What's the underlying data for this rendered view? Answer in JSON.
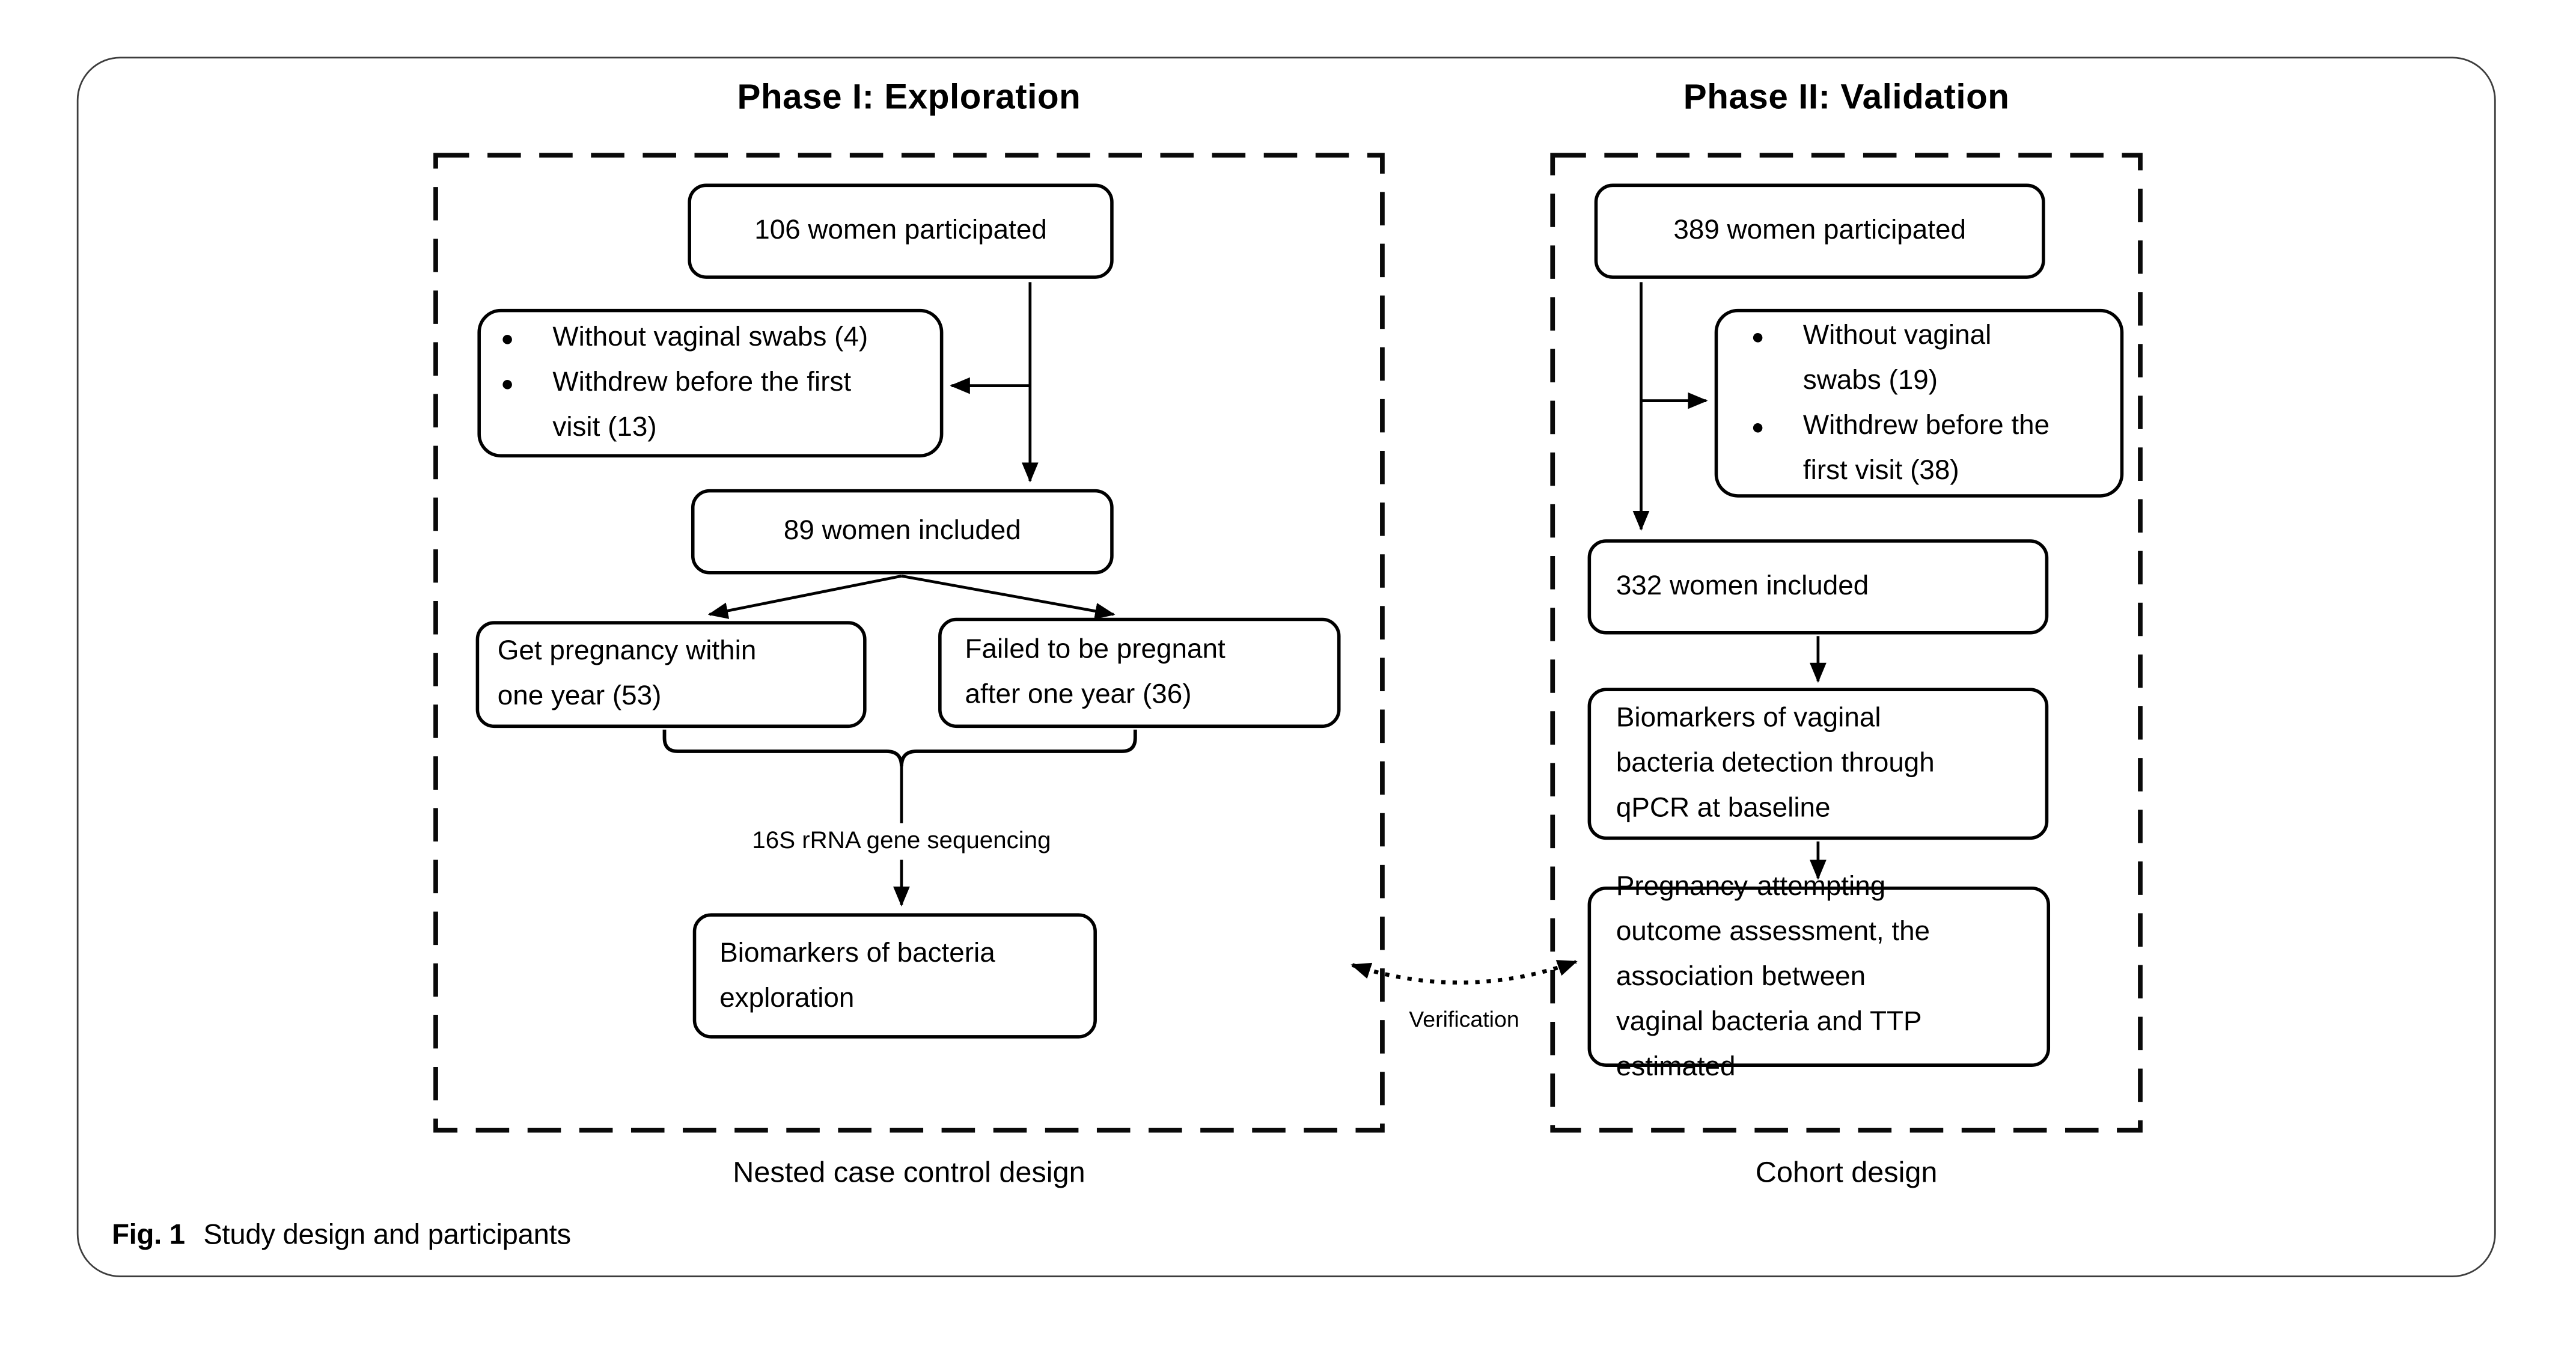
{
  "figure": {
    "caption_label": "Fig. 1",
    "caption_text": "Study design and participants"
  },
  "phase1": {
    "title": "Phase I: Exploration",
    "design_label": "Nested case control design",
    "participated": "106 women participated",
    "excluded_items": [
      "Without vaginal swabs (4)",
      "Withdrew before the first visit (13)"
    ],
    "included": "89 women included",
    "pregnant": "Get pregnancy within one year (53)",
    "not_pregnant": "Failed to be pregnant after one year (36)",
    "sequencing_label": "16S rRNA gene sequencing",
    "biomarkers": "Biomarkers of bacteria exploration"
  },
  "phase2": {
    "title": "Phase II: Validation",
    "design_label": "Cohort design",
    "participated": "389 women participated",
    "excluded_items": [
      "Without vaginal swabs (19)",
      "Withdrew before the first visit (38)"
    ],
    "included": "332 women included",
    "detection": "Biomarkers of vaginal bacteria detection through qPCR at baseline",
    "outcome": "Pregnancy-attempting outcome assessment, the association between vaginal bacteria and TTP estimated"
  },
  "verification_label": "Verification",
  "colors": {
    "line": "#000000",
    "figure_border": "#3d3d3d",
    "background": "#ffffff"
  }
}
